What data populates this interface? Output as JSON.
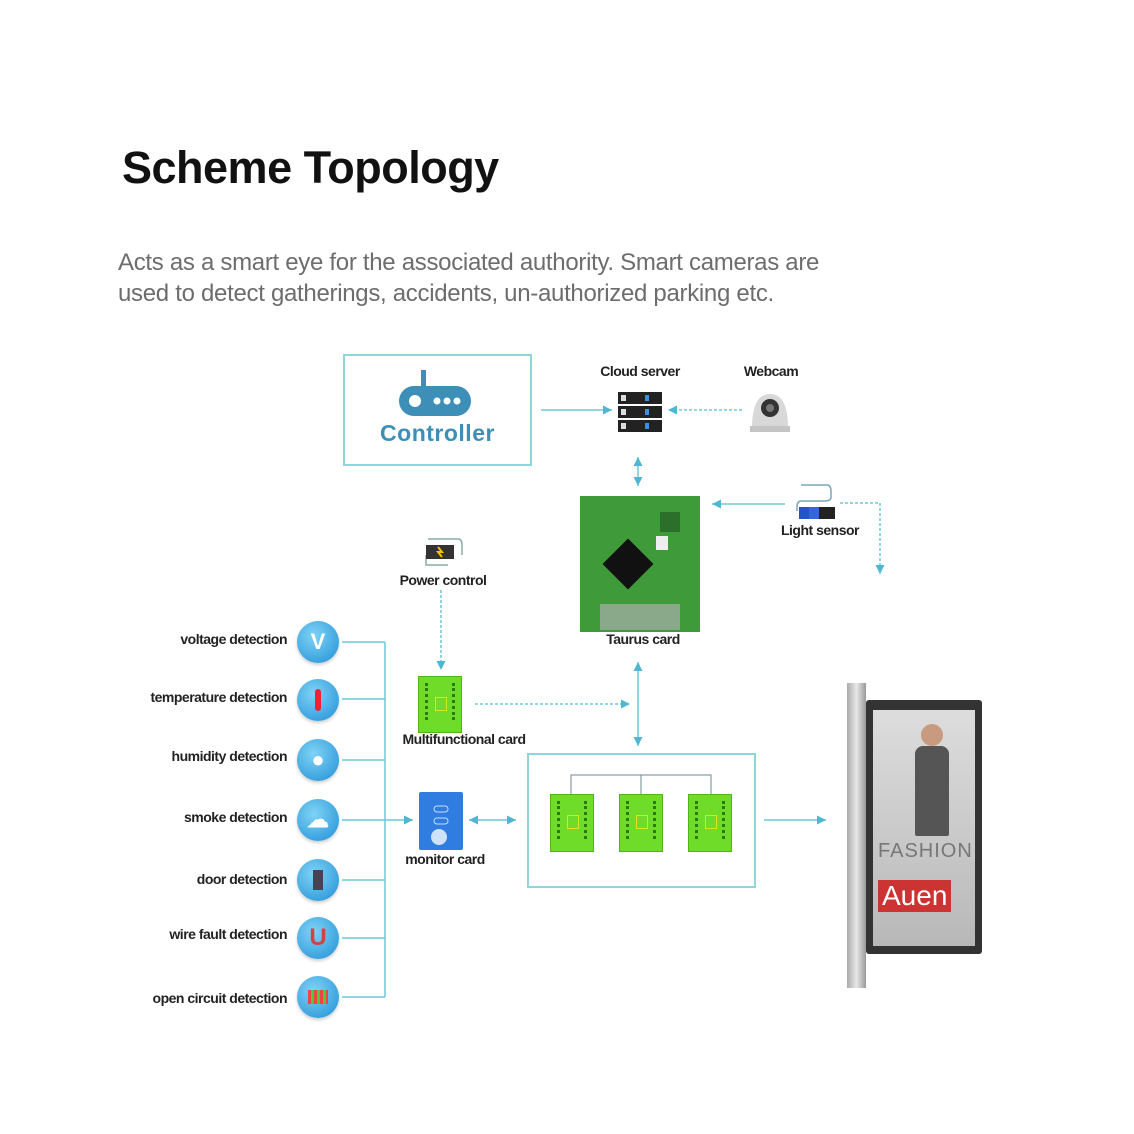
{
  "title": "Scheme Topology",
  "subtitle": [
    "Acts as a smart eye for the associated authority. Smart cameras are",
    "used to detect gatherings, accidents, un-authorized parking etc."
  ],
  "nodes": {
    "controller": "Controller",
    "cloud_server": "Cloud server",
    "webcam": "Webcam",
    "light_sensor": "Light sensor",
    "taurus_card": "Taurus card",
    "power_control": "Power control",
    "multifunctional_card": "Multifunctional card",
    "monitor_card": "monitor card"
  },
  "detections": [
    {
      "label": "voltage detection",
      "icon": "voltage-icon"
    },
    {
      "label": "temperature detection",
      "icon": "thermometer-icon"
    },
    {
      "label": "humidity detection",
      "icon": "water-drop-icon"
    },
    {
      "label": "smoke detection",
      "icon": "smoke-cloud-icon"
    },
    {
      "label": "door detection",
      "icon": "door-icon"
    },
    {
      "label": "wire fault detection",
      "icon": "magnet-wire-icon"
    },
    {
      "label": "open circuit detection",
      "icon": "circuit-grid-icon"
    }
  ],
  "poster": {
    "text1": "FASHION",
    "text2": "Auen"
  },
  "colors": {
    "line": "#5ec3d6",
    "accent": "#3d8fb7",
    "card_green": "#6fdc2a"
  }
}
